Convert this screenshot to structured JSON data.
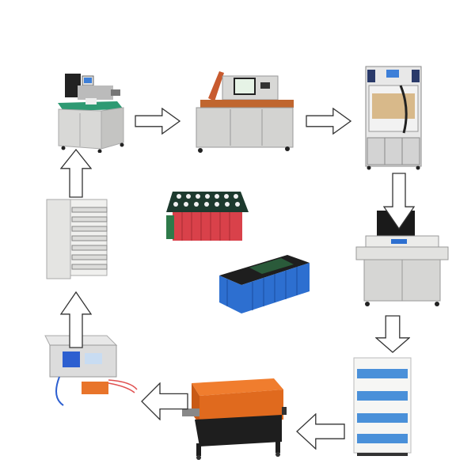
{
  "diagram": {
    "type": "process-cycle",
    "flow_direction": "clockwise",
    "colors": {
      "background": "#ffffff",
      "arrow_fill": "#ffffff",
      "arrow_stroke": "#333333",
      "machine_body": "#d9d9d6",
      "machine_orange": "#e8742a",
      "cell_red": "#d9414a",
      "cell_blue": "#2d6fd0",
      "screen_blue": "#3d7fd8"
    },
    "nodes": [
      {
        "icon": "cell-sorting-machine-icon"
      },
      {
        "icon": "spot-welding-machine-icon"
      },
      {
        "icon": "laser-welding-cabinet-icon"
      },
      {
        "icon": "test-bench-icon"
      },
      {
        "icon": "aging-cabinet-icon"
      },
      {
        "icon": "shrink-tunnel-icon"
      },
      {
        "icon": "battery-tester-icon"
      },
      {
        "icon": "storage-rack-icon"
      }
    ],
    "center_products": [
      {
        "icon": "red-cell-battery-pack-icon"
      },
      {
        "icon": "blue-cell-battery-pack-icon"
      }
    ],
    "arrows": [
      "right",
      "right",
      "down",
      "down",
      "left",
      "left",
      "up",
      "up"
    ]
  }
}
